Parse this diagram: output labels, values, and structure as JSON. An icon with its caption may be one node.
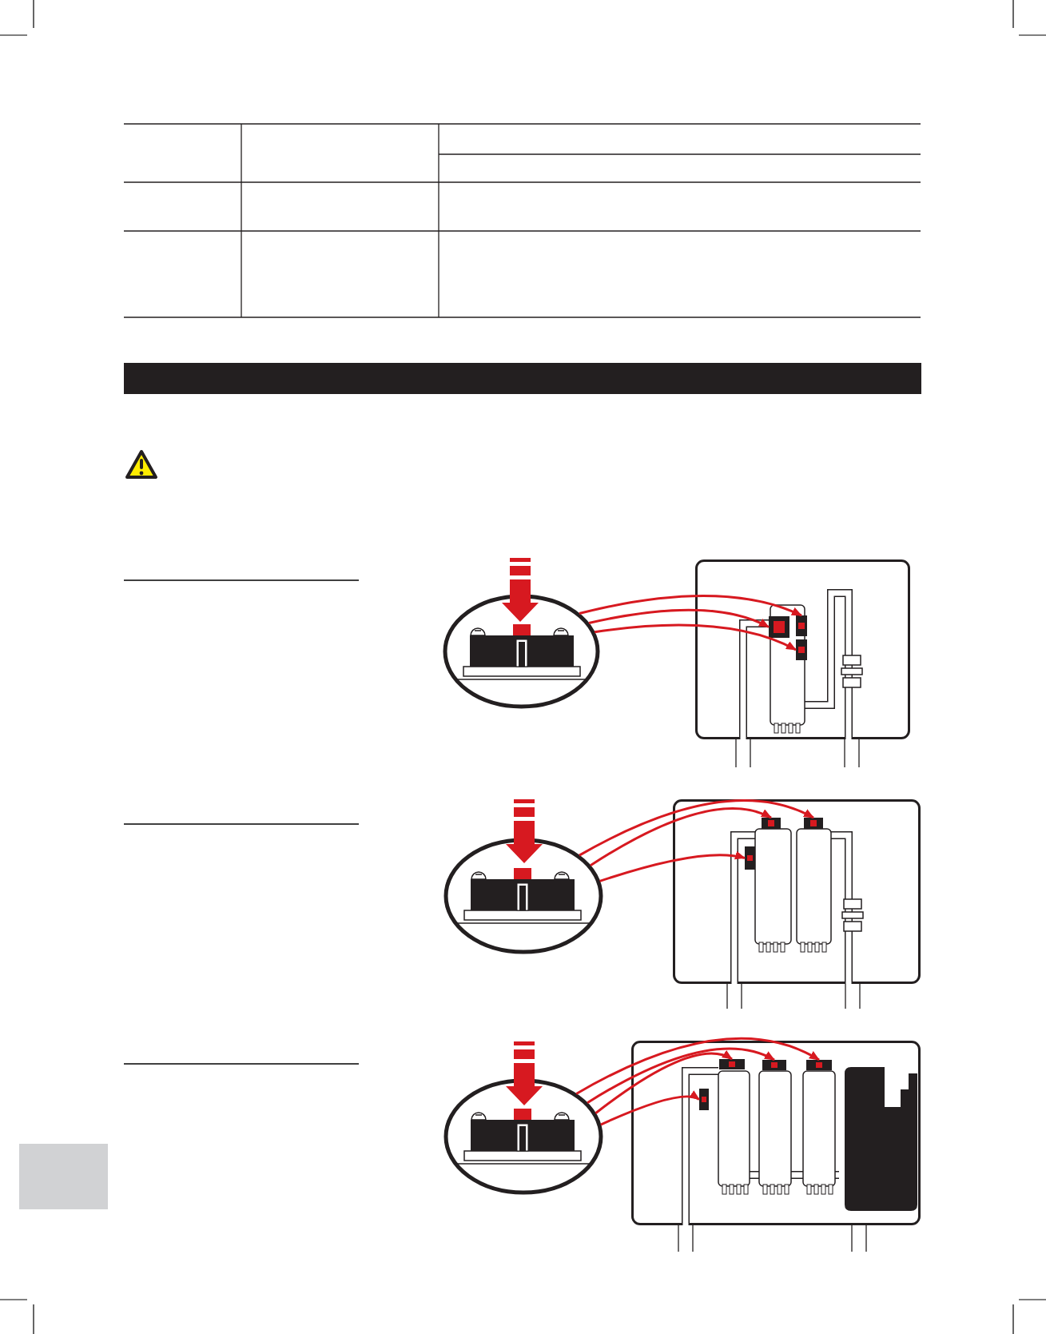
{
  "diagram": {
    "nodes": [
      {
        "text": [],
        "shape": "circle"
      },
      {
        "text": [],
        "shape": "box"
      },
      {
        "text": [],
        "shape": "box",
        "in": 1
      },
      {
        "text": [],
        "shape": "box",
        "in": 1
      },
      {
        "text": [],
        "shape": "box",
        "in": 1
      },
      {
        "text": [],
        "shape": "circle"
      },
      {
        "text": [],
        "shape": "box"
      },
      {
        "text": [],
        "shape": "box",
        "in": 6
      },
      {
        "text": [],
        "shape": "box",
        "in": 6
      },
      {
        "text": [],
        "shape": "box",
        "in": 6
      },
      {
        "text": [],
        "shape": "circle"
      },
      {
        "text": [],
        "shape": "box"
      },
      {
        "text": [],
        "shape": "box",
        "in": 11
      },
      {
        "text": [],
        "shape": "box",
        "in": 11
      },
      {
        "text": [],
        "shape": "box",
        "in": 11
      },
      {
        "text": [],
        "shape": "box",
        "in": 11
      },
      {
        "text": [],
        "shape": "box"
      }
    ],
    "edges": [
      {
        "from": 0,
        "to": 2,
        "arrow": "to"
      },
      {
        "from": 0,
        "to": 3,
        "arrow": "to"
      },
      {
        "from": 0,
        "to": 4,
        "arrow": "to"
      },
      {
        "from": 5,
        "to": 7,
        "arrow": "to"
      },
      {
        "from": 5,
        "to": 8,
        "arrow": "to"
      },
      {
        "from": 5,
        "to": 9,
        "arrow": "to"
      },
      {
        "from": 10,
        "to": 12,
        "arrow": "to"
      },
      {
        "from": 10,
        "to": 13,
        "arrow": "to"
      },
      {
        "from": 10,
        "to": 14,
        "arrow": "to"
      },
      {
        "from": 10,
        "to": 15,
        "arrow": "to"
      }
    ]
  }
}
